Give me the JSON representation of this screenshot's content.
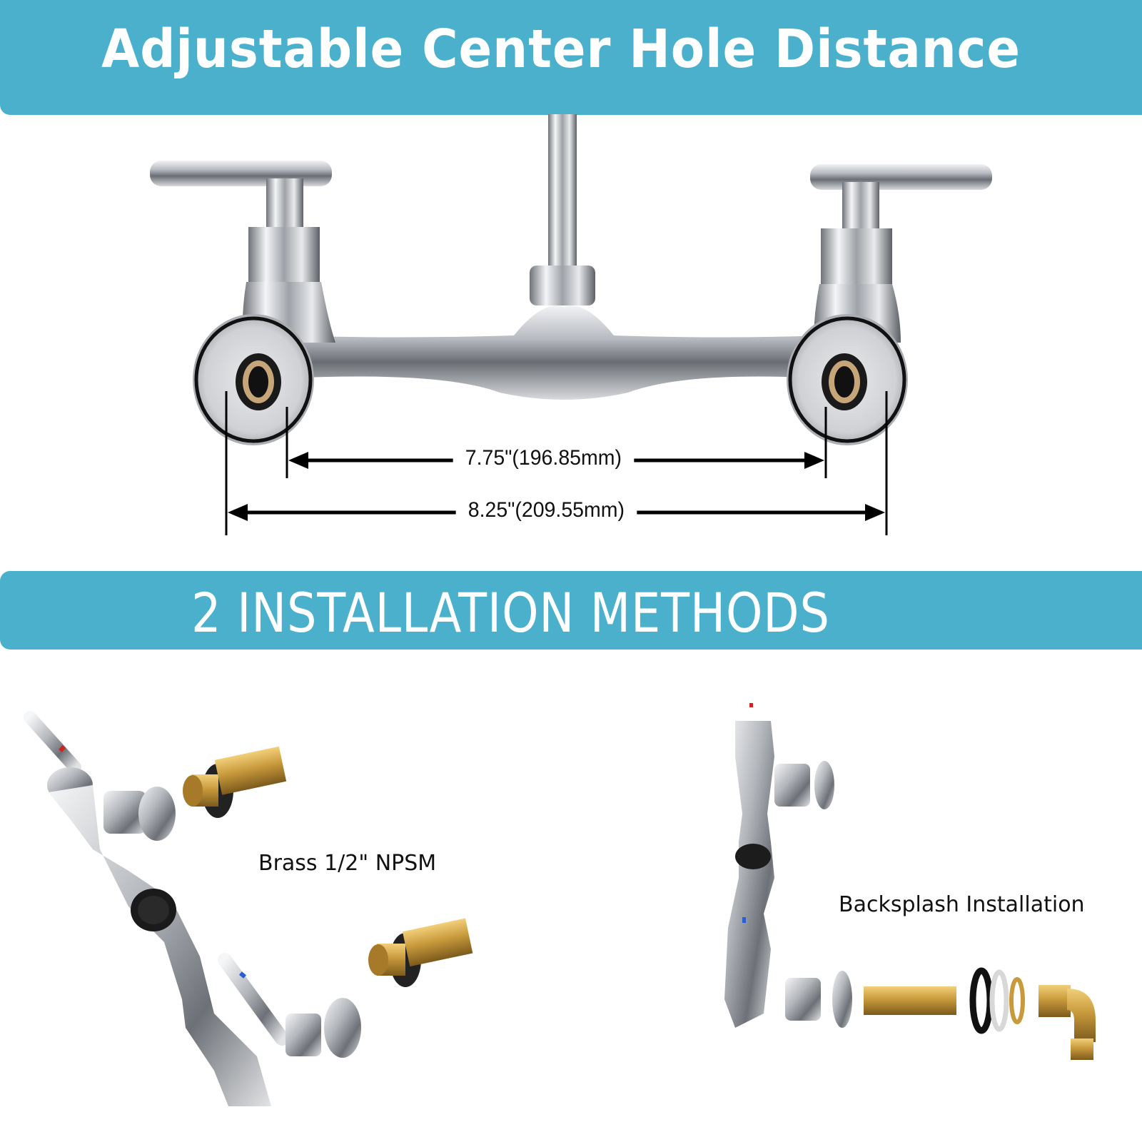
{
  "banners": {
    "top_title": "Adjustable Center Hole Distance",
    "mid_title": "2 INSTALLATION METHODS"
  },
  "dimensions": {
    "inner": "7.75\"(196.85mm)",
    "outer": "8.25\"(209.55mm)"
  },
  "captions": {
    "left": "Brass 1/2\" NPSM",
    "right": "Backsplash Installation"
  },
  "colors": {
    "banner": "#4bb0cc",
    "chrome": "#c9ccd0",
    "brass": "#c99a3c",
    "hot_marker": "#d42020",
    "cold_marker": "#2a5fd0"
  }
}
